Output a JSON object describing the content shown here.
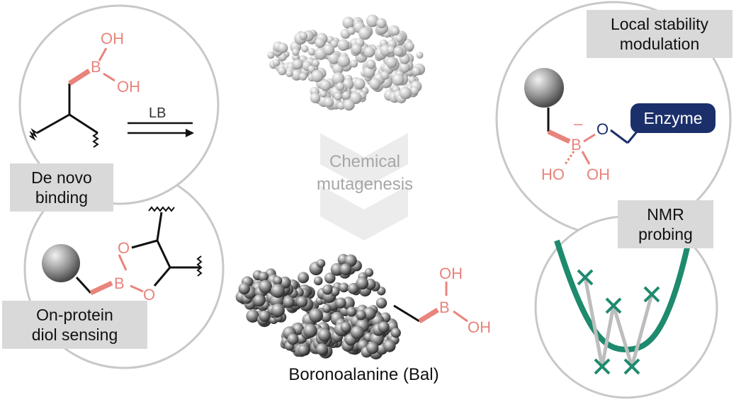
{
  "labels": {
    "de_novo": "De novo\nbinding",
    "diol": "On-protein\ndiol sensing",
    "local": "Local stability\nmodulation",
    "nmr": "NMR\nprobing"
  },
  "center_caption": "Boronoalanine (Bal)",
  "chemical_mutagenesis": "Chemical\nmutagenesis",
  "chem": {
    "oh": "OH",
    "ho": "HO",
    "b": "B",
    "o": "O",
    "lb": "LB",
    "minus": "–",
    "enzyme": "Enzyme"
  },
  "colors": {
    "salmon": "#e8847c",
    "teal": "#1e8a6e",
    "navy": "#1b2f6b",
    "label_gray": "#d9d9d9",
    "circle_stroke": "#c8c8c8",
    "center_fill": "#f7d4d0",
    "center_border": "#e58a82"
  }
}
